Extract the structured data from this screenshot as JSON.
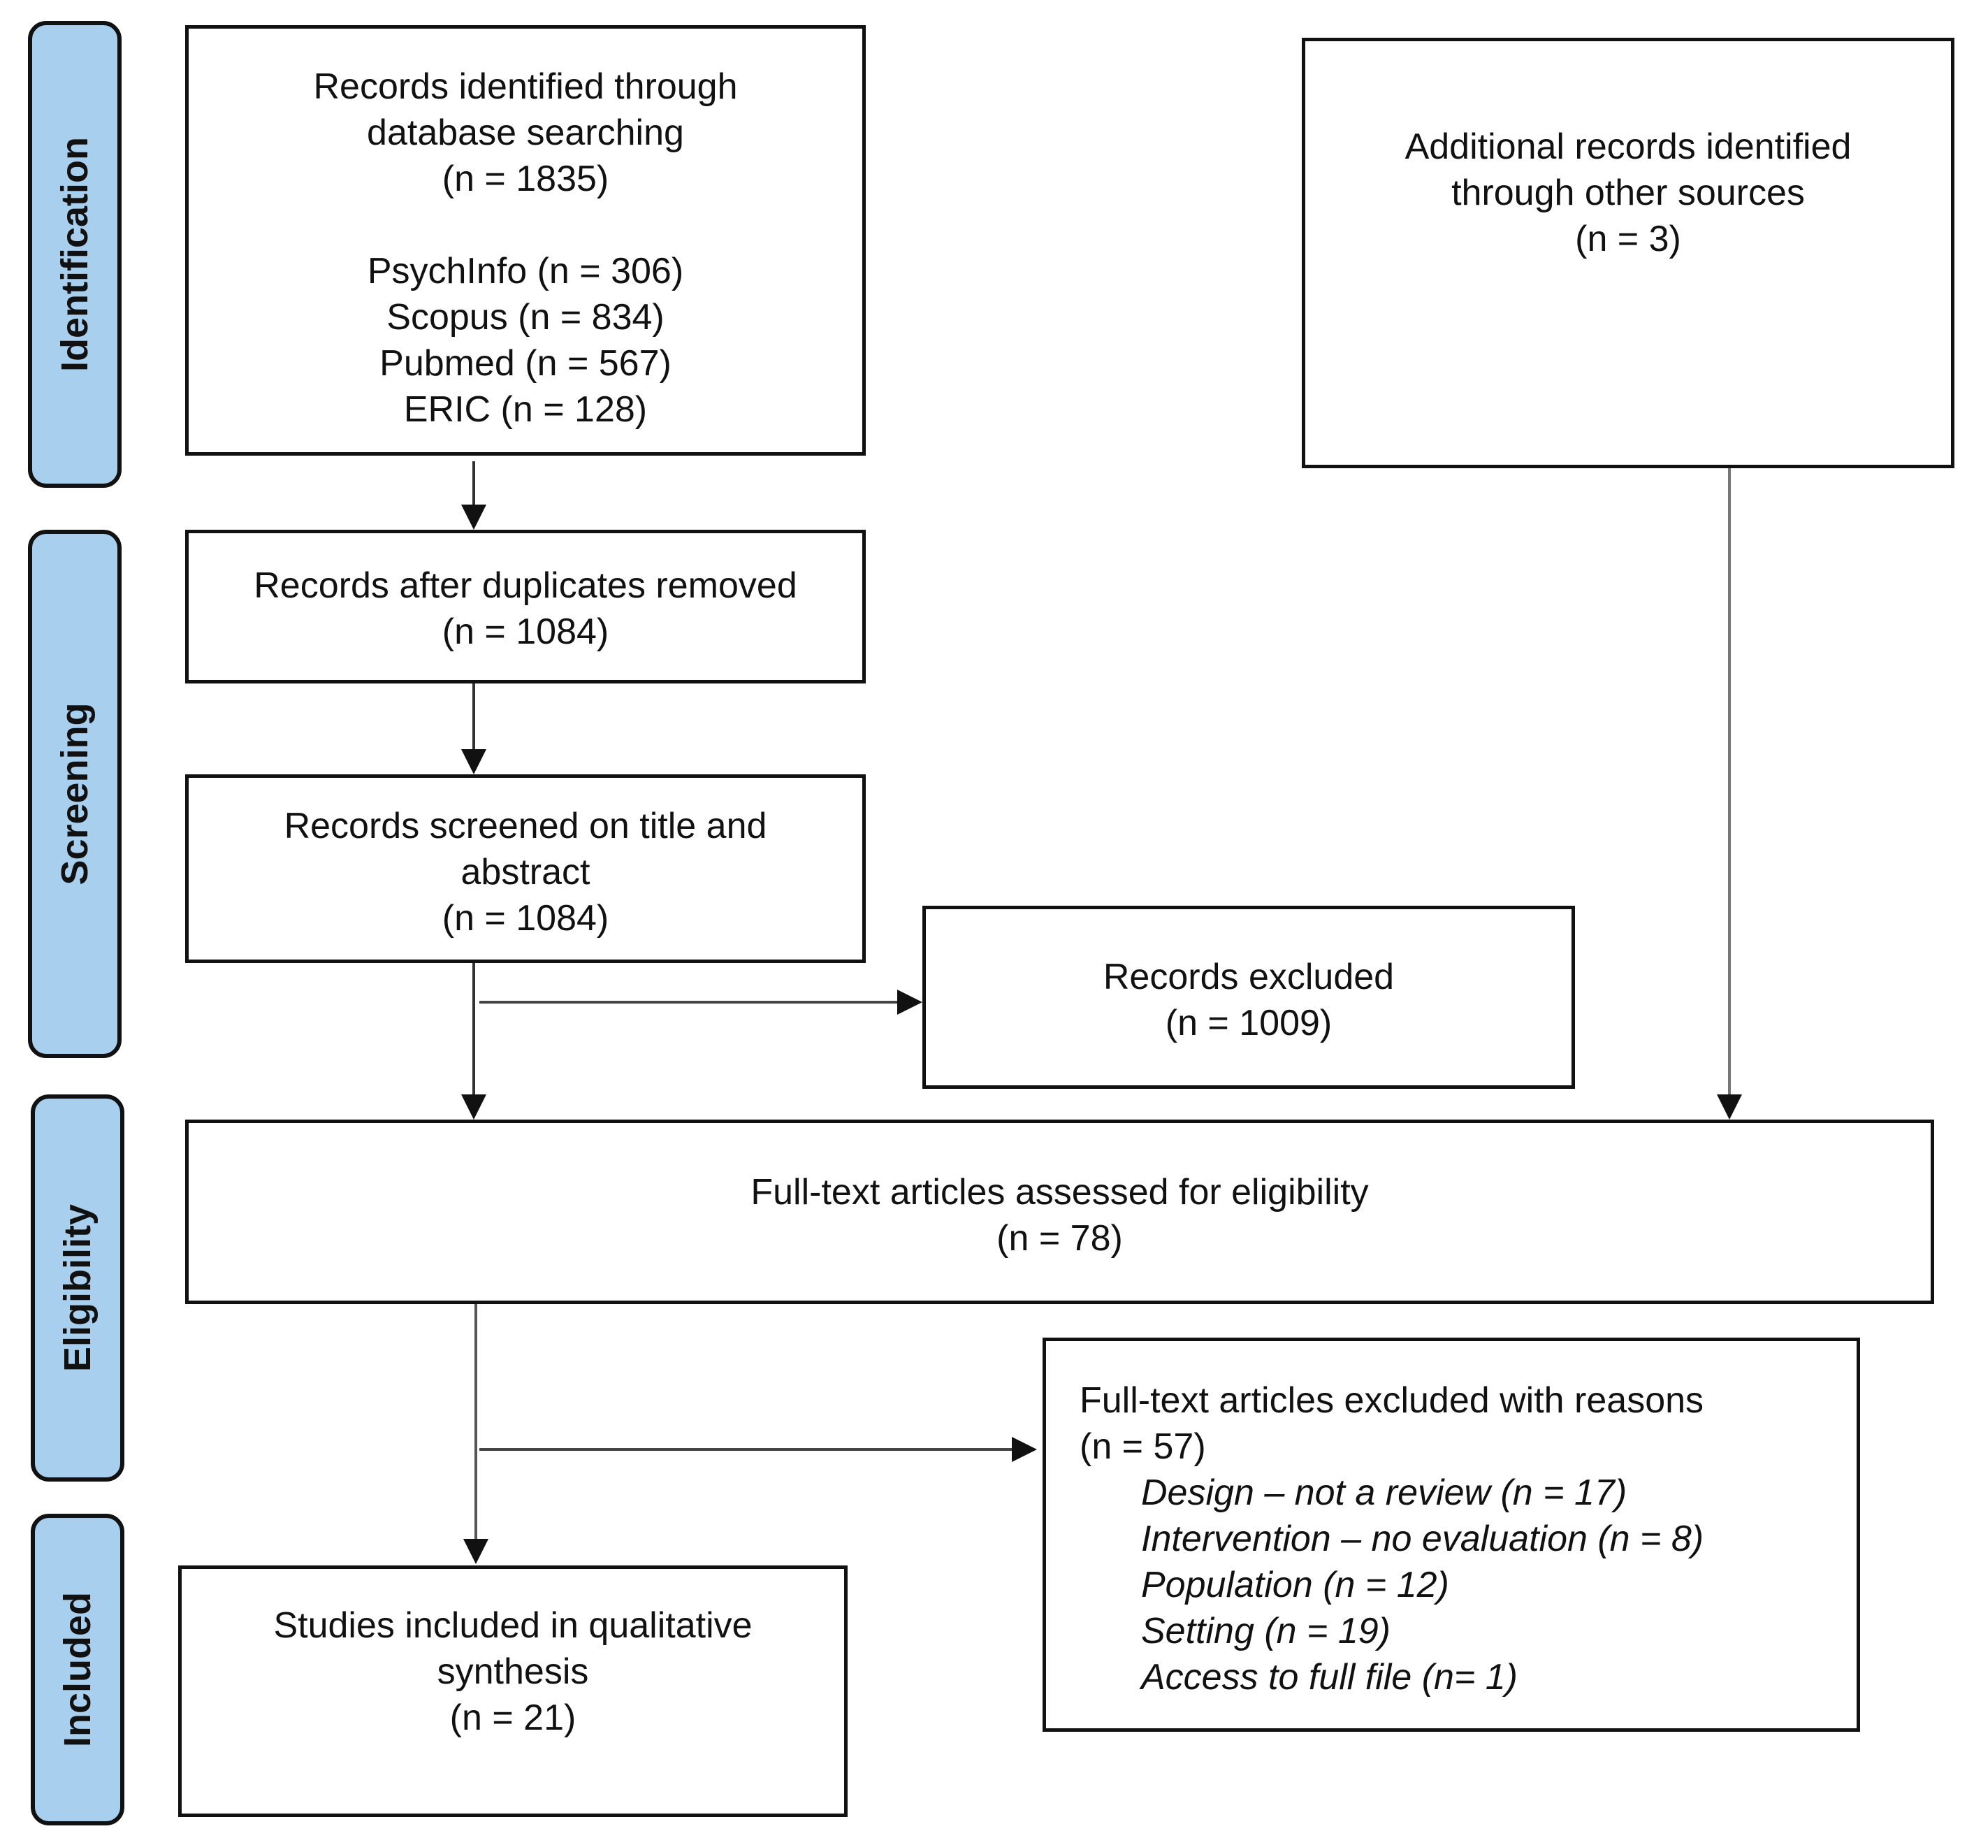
{
  "stages": {
    "identification": "Identification",
    "screening": "Screening",
    "eligibility": "Eligibility",
    "included": "Included"
  },
  "identified": {
    "lines": [
      "Records identified through",
      "database searching",
      "(n = 1835)"
    ],
    "sources": [
      "PsychInfo (n = 306)",
      "Scopus (n = 834)",
      "Pubmed (n = 567)",
      "ERIC (n = 128)"
    ]
  },
  "additional": {
    "lines": [
      "Additional records identified",
      "through other sources",
      "(n = 3)"
    ]
  },
  "duplicates": {
    "lines": [
      "Records after duplicates removed",
      "(n = 1084)"
    ]
  },
  "screened": {
    "lines": [
      "Records screened on title and",
      "abstract",
      "(n = 1084)"
    ]
  },
  "excluded": {
    "lines": [
      "Records excluded",
      "(n = 1009)"
    ]
  },
  "fulltext": {
    "lines": [
      "Full-text articles assessed for eligibility",
      "(n = 78)"
    ]
  },
  "fulltext_excluded": {
    "lines": [
      "Full-text articles excluded with reasons",
      "(n = 57)"
    ],
    "reasons": [
      "Design – not a review (n = 17)",
      "Intervention – no evaluation (n = 8)",
      "Population (n = 12)",
      "Setting (n = 19)",
      "Access to full file (n= 1)"
    ]
  },
  "included": {
    "lines": [
      "Studies included in qualitative",
      "synthesis",
      "(n = 21)"
    ]
  },
  "colors": {
    "stage_fill": "#a9cfee",
    "line": "#111111",
    "connector": "#6b6b6b"
  }
}
